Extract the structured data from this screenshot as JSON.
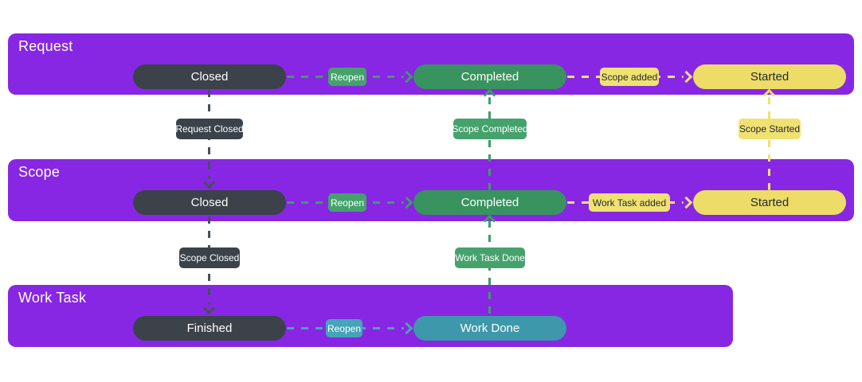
{
  "diagram": {
    "type": "swimlane-state-diagram",
    "colors": {
      "lane_background": "#8727E3",
      "state_dark": "#3B4249",
      "state_green": "#38935E",
      "state_yellow": "#EDDD68",
      "state_teal": "#3E98AB",
      "canvas_background": "#FFFFFF"
    },
    "lanes": [
      {
        "title": "Request",
        "states": {
          "closed": "Closed",
          "completed": "Completed",
          "started": "Started"
        },
        "transitions": {
          "reopen": "Reopen",
          "scope_added": "Scope added"
        }
      },
      {
        "title": "Scope",
        "states": {
          "closed": "Closed",
          "completed": "Completed",
          "started": "Started"
        },
        "transitions": {
          "reopen": "Reopen",
          "work_task_added": "Work Task added"
        }
      },
      {
        "title": "Work Task",
        "states": {
          "finished": "Finished",
          "work_done": "Work Done"
        },
        "transitions": {
          "reopen": "Reopen"
        }
      }
    ],
    "cross_lane_transitions": {
      "request_closed": "Request Closed",
      "scope_completed": "Scope Completed",
      "scope_started": "Scope Started",
      "scope_closed": "Scope Closed",
      "work_task_done": "Work Task Done"
    }
  }
}
